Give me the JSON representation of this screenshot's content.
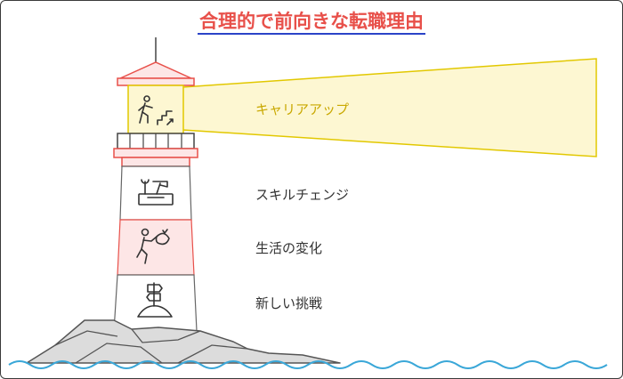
{
  "title": "合理的で前向きな転職理由",
  "items": [
    {
      "label": "キャリアアップ",
      "icon": "stairs-climber-icon",
      "color": "#c9a800"
    },
    {
      "label": "スキルチェンジ",
      "icon": "tools-icon",
      "color": "#333333"
    },
    {
      "label": "生活の変化",
      "icon": "moving-person-icon",
      "color": "#333333"
    },
    {
      "label": "新しい挑戦",
      "icon": "signpost-icon",
      "color": "#333333"
    }
  ],
  "colors": {
    "accent_red": "#e8504a",
    "beam": "#fdf7d2",
    "beam_stroke": "#e2c800",
    "band_pink": "#fde6e6",
    "water": "#3aa7d8"
  }
}
